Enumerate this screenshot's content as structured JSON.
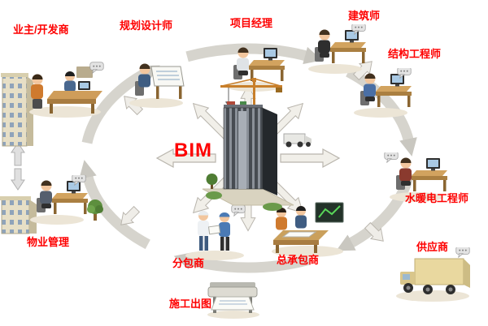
{
  "diagram": {
    "center": {
      "label": "BIM"
    },
    "colors": {
      "label": "#fe0000",
      "ring": "#d6d4cd",
      "radial_arrow_fill": "#f1efe9",
      "desk": "#d2a35f"
    },
    "stakeholders": [
      {
        "id": "owner-developer",
        "label": "业主/开发商",
        "icon": "owner-developer-meeting-icon"
      },
      {
        "id": "planning-designer",
        "label": "规划设计师",
        "icon": "planning-designer-drafting-icon"
      },
      {
        "id": "project-manager",
        "label": "项目经理",
        "icon": "project-manager-workstation-icon"
      },
      {
        "id": "architect",
        "label": "建筑师",
        "icon": "architect-workstation-icon"
      },
      {
        "id": "structural-engineer",
        "label": "结构工程师",
        "icon": "structural-engineer-workstation-icon"
      },
      {
        "id": "mep-engineer",
        "label": "水暖电工程师",
        "icon": "mep-engineer-workstation-icon"
      },
      {
        "id": "supplier",
        "label": "供应商",
        "icon": "supplier-truck-icon"
      },
      {
        "id": "general-contractor",
        "label": "总承包商",
        "icon": "general-contractor-plan-table-icon"
      },
      {
        "id": "subcontractor",
        "label": "分包商",
        "icon": "subcontractor-workers-icon"
      },
      {
        "id": "construction-drawing",
        "label": "施工出图",
        "icon": "plotter-icon"
      },
      {
        "id": "property-management",
        "label": "物业管理",
        "icon": "property-management-workstation-icon"
      }
    ]
  }
}
